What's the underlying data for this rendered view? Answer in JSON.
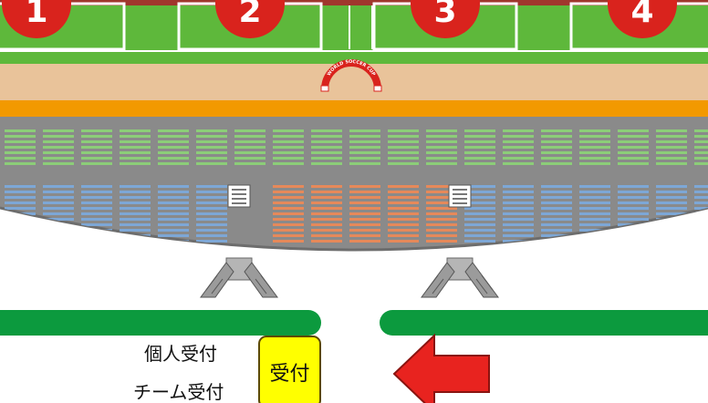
{
  "reception": {
    "button_label": "受付",
    "individual_label": "個人受付",
    "team_label": "チーム受付"
  },
  "field": {
    "court_numbers": [
      "1",
      "2",
      "3",
      "4"
    ],
    "arch_text": "WORLD SOCCER CUP"
  },
  "colors": {
    "top_bar": "#a0362d",
    "pitch": "#5eb83b",
    "track": "#e9c39a",
    "orange_band": "#f29900",
    "stand": "#8a8a8a",
    "green_seats": "#8ccd78",
    "blue_seats": "#7da7d6",
    "orange_seats": "#e6895a",
    "court_circle": "#d9231d",
    "path": "#0c9a3e",
    "button": "#ffff00",
    "arrow": "#e8231f"
  },
  "icons": {
    "entrance_arrow": "left-arrow-icon"
  }
}
